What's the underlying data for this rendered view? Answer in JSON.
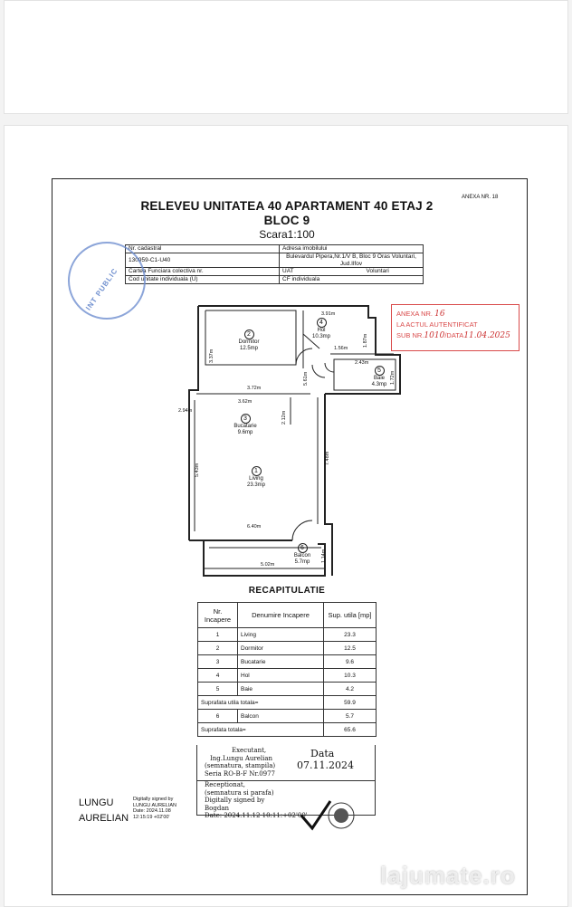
{
  "annex_top": "ANEXA NR. 18",
  "title_line1": "RELEVEU UNITATEA 40 APARTAMENT 40 ETAJ 2",
  "title_line2": "BLOC 9",
  "scale": "Scara1:100",
  "info": {
    "nr_cadastral_label": "Nr. cadastral",
    "adresa_label": "Adresa imobilului",
    "nr_cadastral_value": "130959-C1-U40",
    "adresa_value": "Bulevardul Pipera,Nr.1/V B, Bloc 9 Oras Voluntari, Jud.Ilfov",
    "cf_colectiva_label": "Cartea Funciara colectiva nr.",
    "uat_label": "UAT",
    "uat_value": "Voluntari",
    "cod_unitate_label": "Cod unitate individuala (U)",
    "cf_individuala_label": "CF individuala"
  },
  "stamp_blue_text": "INT PUBLIC",
  "red_stamp": {
    "line1": "ANEXA NR.",
    "line1_hw": "16",
    "line2": "LA ACTUL AUTENTIFICAT",
    "line3": "SUB NR.",
    "line3_hw": "1010",
    "line3b": "/DATA",
    "line3b_hw": "11.04.2025"
  },
  "rooms": [
    {
      "num": "2",
      "name": "Dormitor",
      "area": "12.5mp"
    },
    {
      "num": "4",
      "name": "Hol",
      "area": "10.3mp"
    },
    {
      "num": "5",
      "name": "Baie",
      "area": "4.3mp"
    },
    {
      "num": "3",
      "name": "Bucatarie",
      "area": "9.6mp"
    },
    {
      "num": "1",
      "name": "Living",
      "area": "23.3mp"
    },
    {
      "num": "6",
      "name": "Balcon",
      "area": "5.7mp"
    }
  ],
  "dims": {
    "d391": "3.91m",
    "d337": "3.37m",
    "d156": "1.56m",
    "d187": "1.87m",
    "d243": "2.43m",
    "d172": "1.72m",
    "d372": "3.72m",
    "d562": "3.62m",
    "d061": "5.61m",
    "d294": "2.94m",
    "d212": "2.12m",
    "d748": "7.48m",
    "d543": "5.43m",
    "d640": "6.40m",
    "d502": "5.02m",
    "d114": "1.14m"
  },
  "recap": {
    "title": "RECAPITULATIE",
    "h_nr": "Nr. Incapere",
    "h_den": "Denumire Incapere",
    "h_sup": "Sup. utila [mp]",
    "rows": [
      {
        "nr": "1",
        "name": "Living",
        "sup": "23.3"
      },
      {
        "nr": "2",
        "name": "Dormitor",
        "sup": "12.5"
      },
      {
        "nr": "3",
        "name": "Bucatarie",
        "sup": "9.6"
      },
      {
        "nr": "4",
        "name": "Hol",
        "sup": "10.3"
      },
      {
        "nr": "5",
        "name": "Baie",
        "sup": "4.2"
      }
    ],
    "total_utila_label": "Suprafata utila totala=",
    "total_utila_value": "59.9",
    "balcon_nr": "6",
    "balcon_name": "Balcon",
    "balcon_value": "5.7",
    "total_label": "Suprafata totala=",
    "total_value": "65.6"
  },
  "executant": {
    "line1": "Executant,",
    "line2": "Ing.Lungu Aurelian",
    "line3": "(semnatura, stampila)",
    "line4": "Seria RO-B-F Nr.0977",
    "date_label": "Data",
    "date_value": "07.11.2024"
  },
  "receptionat": {
    "line1": "Receptionat,",
    "line2": "(semnatura si parafa)",
    "line3": "Digitally signed by",
    "line4": "Bogdan",
    "line5": "Date: 2024.11.12 10:11:",
    "line5_tail": "+02'00'"
  },
  "lungu_sig": {
    "name1": "LUNGU",
    "name2": "AURELIAN",
    "d1": "Digitally signed by",
    "d2": "LUNGU AURELIAN",
    "d3": "Date: 2024.11.08",
    "d4": "12:15:19 +02'00'"
  },
  "watermark": "lajumate.ro"
}
